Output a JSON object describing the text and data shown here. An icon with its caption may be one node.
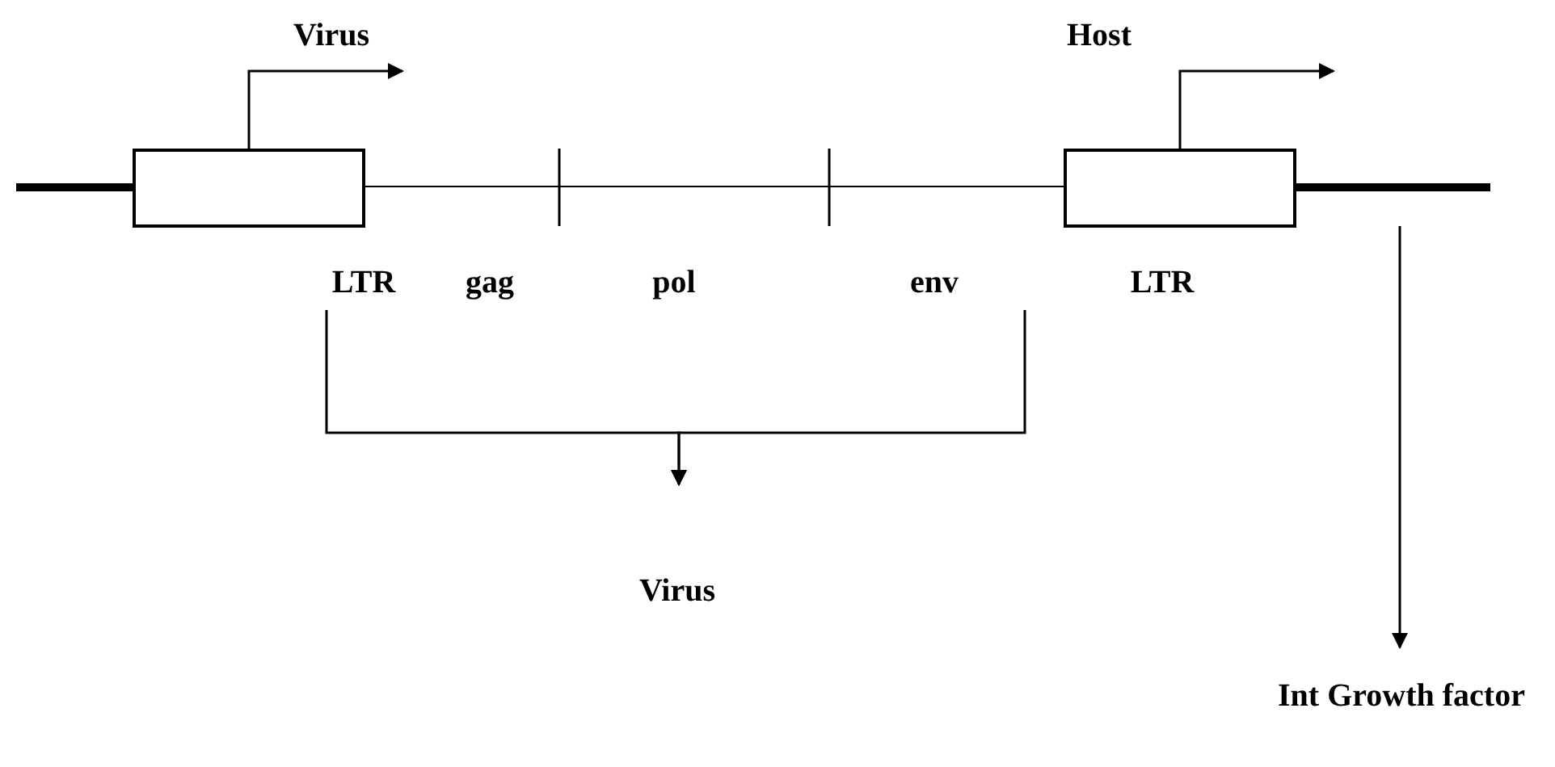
{
  "diagram": {
    "nodes": [
      {
        "text": [
          "LTR"
        ]
      },
      {
        "text": [
          "gag"
        ]
      },
      {
        "text": [
          "pol"
        ]
      },
      {
        "text": [
          "env"
        ]
      },
      {
        "text": [
          "LTR"
        ]
      },
      {
        "text": [
          "Virus"
        ]
      },
      {
        "text": [
          "Int Growth factor"
        ]
      }
    ],
    "edges": [
      {
        "from": 0,
        "to": null,
        "arrow": "to",
        "label": "Virus"
      },
      {
        "from": 4,
        "to": null,
        "arrow": "to",
        "label": "Host"
      },
      {
        "from": 0,
        "to": 5,
        "arrow": "to"
      },
      {
        "from": 3,
        "to": 5,
        "arrow": "to"
      },
      {
        "from": null,
        "to": 6,
        "arrow": "to"
      }
    ]
  }
}
